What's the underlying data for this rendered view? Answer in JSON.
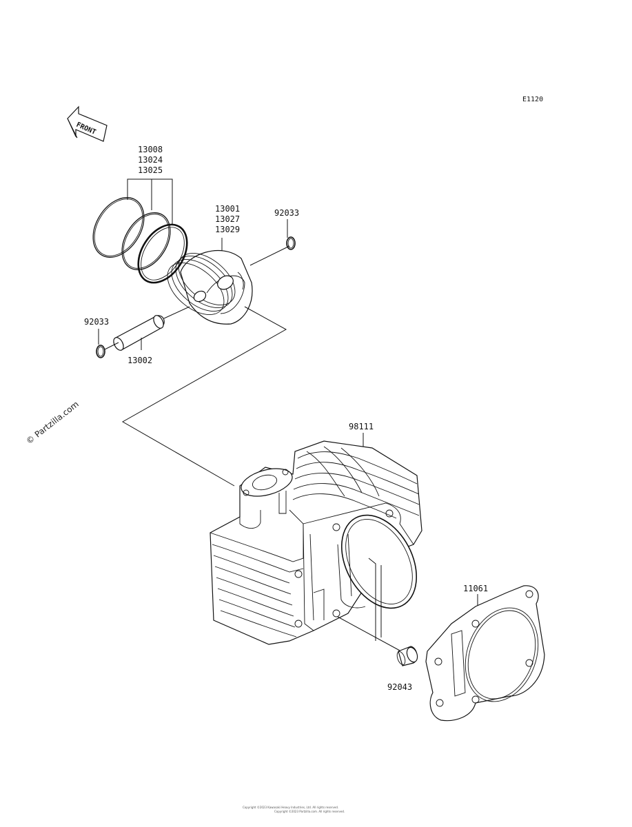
{
  "diagram_code": "E1120",
  "front_arrow_text": "FRONT",
  "watermark": "© Partzilla.com",
  "labels": {
    "rings_a": "13008",
    "rings_b": "13024",
    "rings_c": "13025",
    "piston_a": "13001",
    "piston_b": "13027",
    "piston_c": "13029",
    "clip_right": "92033",
    "clip_left": "92033",
    "pin": "13002",
    "cylinder": "98111",
    "gasket": "11061",
    "dowel": "92043"
  },
  "footer_line1": "Copyright ©2023 Kawasaki Heavy Industries, Ltd. All rights reserved.",
  "footer_line2": "Copyright ©2023 Partzilla.com. All rights reserved."
}
